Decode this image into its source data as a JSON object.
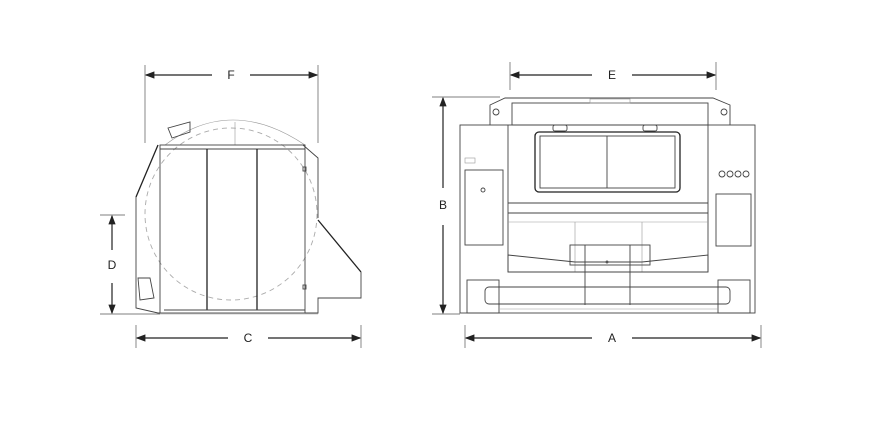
{
  "side_view": {
    "dim_f": "F",
    "dim_c": "C",
    "dim_d": "D"
  },
  "front_view": {
    "dim_e": "E",
    "dim_b": "B",
    "dim_a": "A"
  },
  "colors": {
    "line": "#222222",
    "hidden": "#aaaaaa",
    "background": "#ffffff"
  }
}
